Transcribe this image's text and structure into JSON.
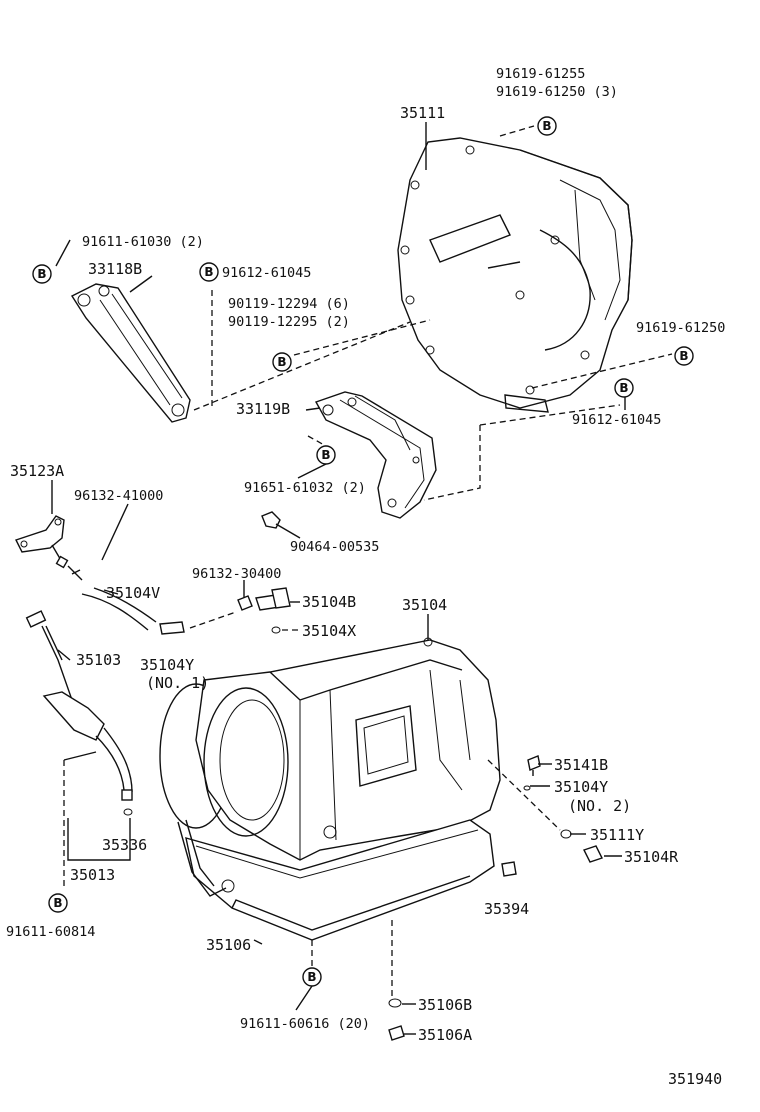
{
  "diagram_id": "351940",
  "callout_letter": "B",
  "labels": {
    "p35111": "35111",
    "b91619_61255": "91619-61255",
    "b91619_61250_3": "91619-61250 (3)",
    "b91611_61030": "91611-61030 (2)",
    "p33118B": "33118B",
    "b91612_61045_a": "91612-61045",
    "b90119_12294": "90119-12294 (6)",
    "b90119_12295": "90119-12295 (2)",
    "b91619_61250": "91619-61250",
    "p33119B": "33119B",
    "b91612_61045_b": "91612-61045",
    "b91651_61032": "91651-61032 (2)",
    "p35123A": "35123A",
    "p96132_41000": "96132-41000",
    "p90464_00535": "90464-00535",
    "p35104V": "35104V",
    "p96132_30400": "96132-30400",
    "p35104B": "35104B",
    "p35104": "35104",
    "p35104X": "35104X",
    "p35103": "35103",
    "p35104Y_1a": "35104Y",
    "p35104Y_1b": "(NO. 1)",
    "p35141B": "35141B",
    "p35104Y_2a": "35104Y",
    "p35104Y_2b": "(NO. 2)",
    "p35111Y": "35111Y",
    "p35104R": "35104R",
    "p35336": "35336",
    "p35013": "35013",
    "p35394": "35394",
    "p91611_60814": "91611-60814",
    "p35106": "35106",
    "p91611_60616": "91611-60616 (20)",
    "p35106B": "35106B",
    "p35106A": "35106A"
  }
}
